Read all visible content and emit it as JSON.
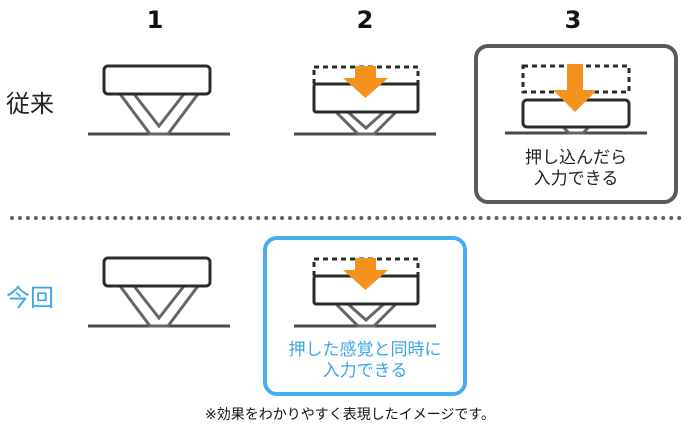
{
  "steps": [
    "1",
    "2",
    "3"
  ],
  "rows": {
    "conventional": {
      "label": "従来",
      "caption_line1": "押し込んだら",
      "caption_line2": "入力できる",
      "highlight_step": "3"
    },
    "this_time": {
      "label": "今回",
      "caption_line1": "押した感覚と同時に",
      "caption_line2": "入力できる",
      "highlight_step": "2"
    }
  },
  "footnote": "※効果をわかりやすく表現したイメージです。",
  "icons": {
    "key": "keycap-on-scissor-switch-icon",
    "press": "down-arrow-icon",
    "ghost": "dashed-original-key-position"
  },
  "colors": {
    "accent_orange": "#f5921e",
    "highlight_blue": "#48adef",
    "text_blue": "#3ba6e8",
    "line_gray": "#5a5a5a",
    "key_outline": "#2b2b2b"
  }
}
